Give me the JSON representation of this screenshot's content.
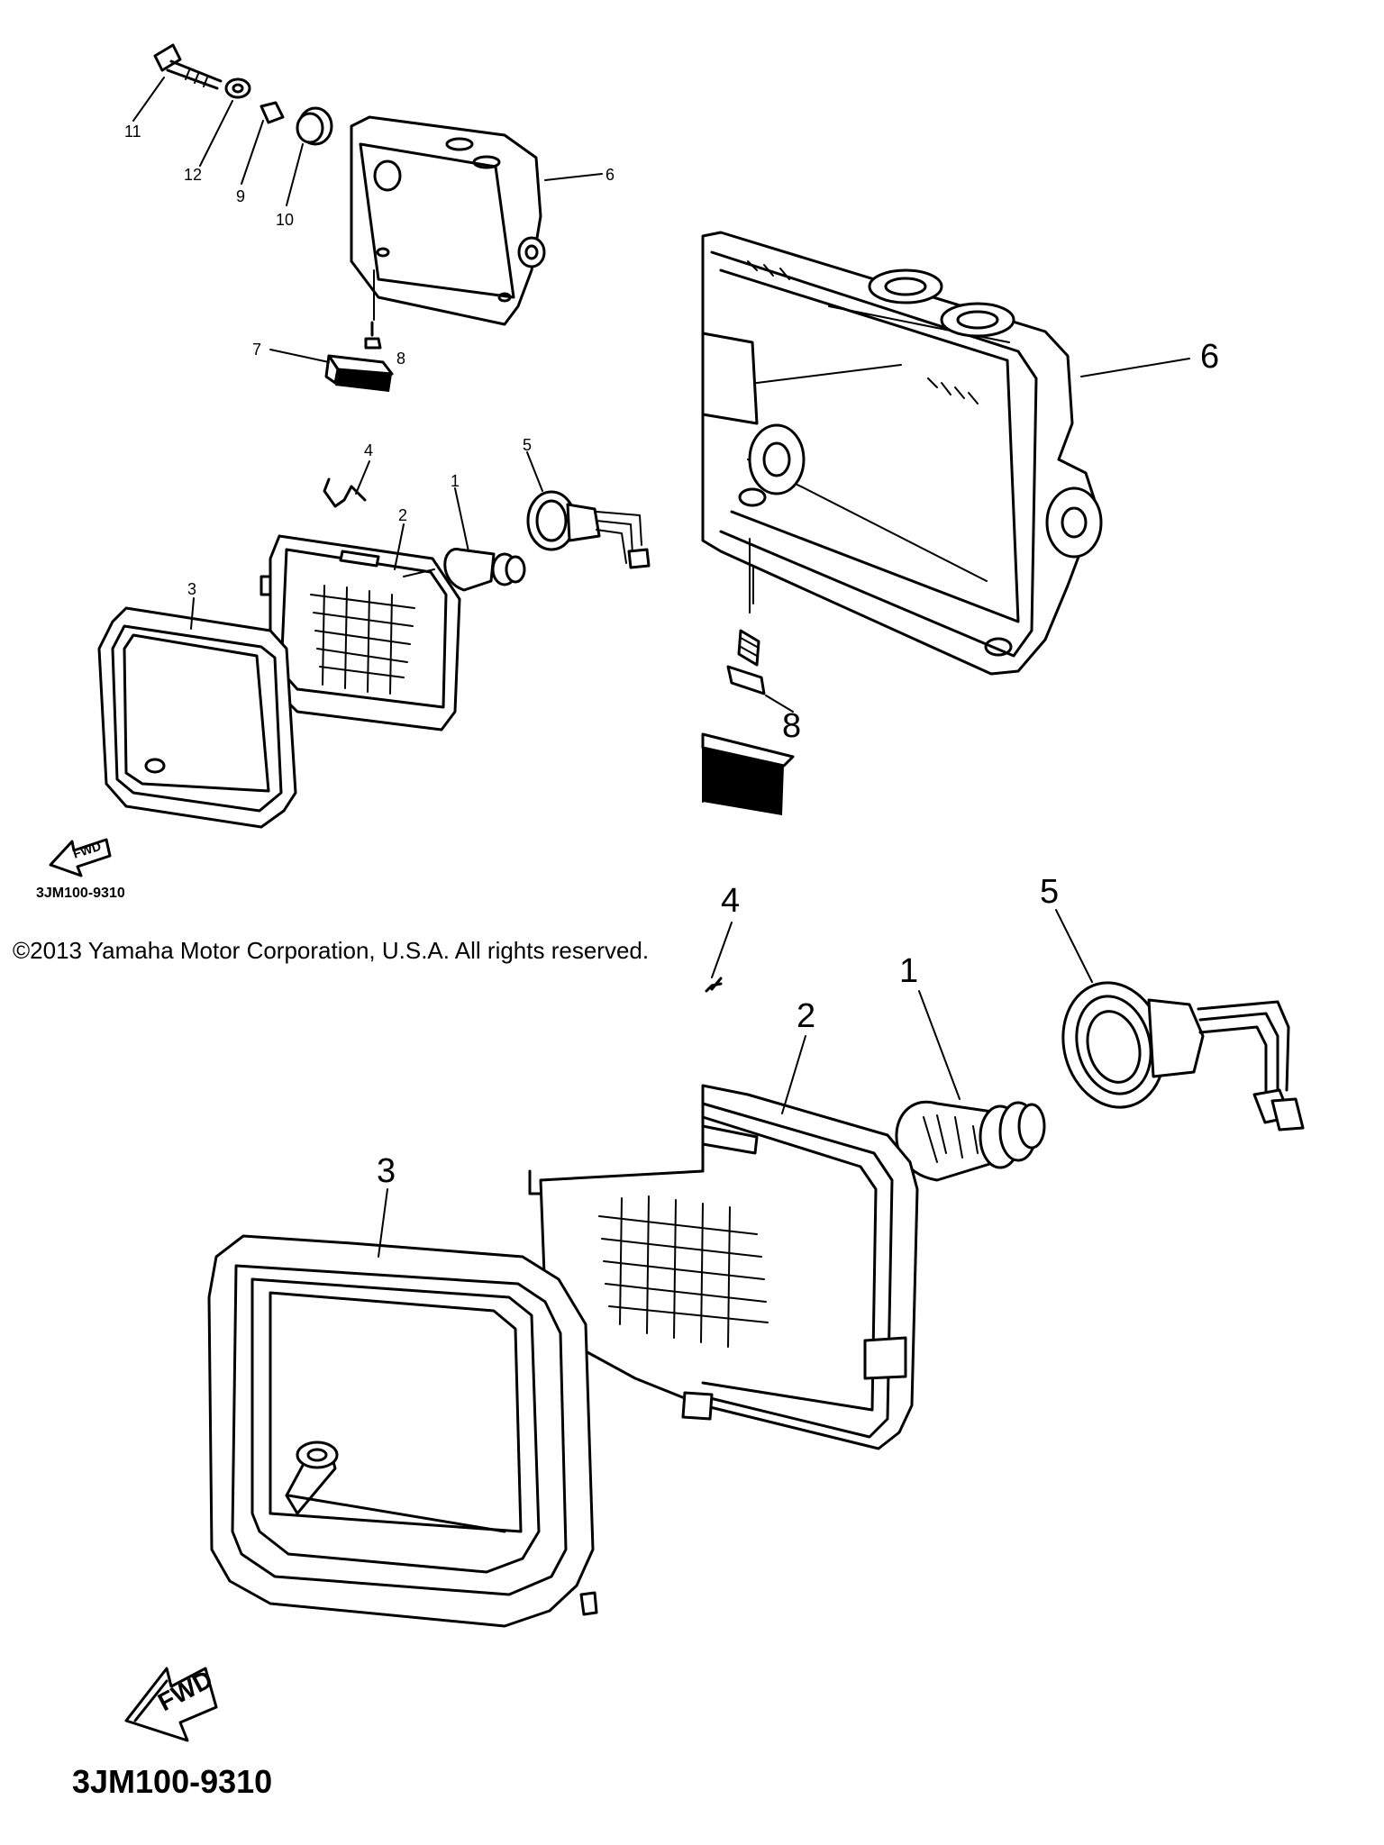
{
  "copyright": "©2013 Yamaha Motor Corporation, U.S.A. All rights reserved.",
  "overview": {
    "diagram_code": "3JM100-9310",
    "fwd_label": "FWD",
    "callouts": [
      "1",
      "2",
      "3",
      "4",
      "5",
      "6",
      "7",
      "8",
      "9",
      "10",
      "11",
      "12"
    ]
  },
  "zoom": {
    "diagram_code": "3JM100-9310",
    "fwd_label": "FWD",
    "callouts": [
      "1",
      "2",
      "3",
      "4",
      "5",
      "6",
      "8"
    ]
  }
}
